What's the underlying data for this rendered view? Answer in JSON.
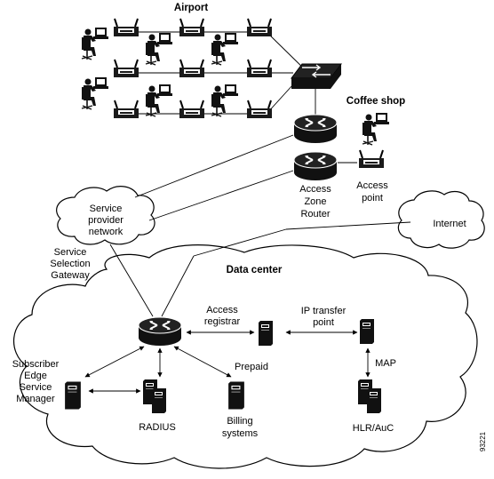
{
  "labels": {
    "airport": "Airport",
    "coffee_shop": "Coffee shop",
    "access_zone_router": [
      "Access",
      "Zone",
      "Router"
    ],
    "access_point": [
      "Access",
      "point"
    ],
    "service_provider_network": [
      "Service",
      "provider",
      "network"
    ],
    "internet": "Internet",
    "service_selection_gateway": [
      "Service",
      "Selection",
      "Gateway"
    ],
    "data_center": "Data center",
    "access_registrar": [
      "Access",
      "registrar"
    ],
    "ip_transfer_point": [
      "IP transfer",
      "point"
    ],
    "subscriber_edge_services_manager": [
      "Subscriber",
      "Edge",
      "Service",
      "Manager"
    ],
    "prepaid": "Prepaid",
    "map": "MAP",
    "radius": "RADIUS",
    "billing_systems": [
      "Billing",
      "systems"
    ],
    "hlr_auc": "HLR/AuC",
    "figure_id": "93221"
  },
  "icons": {
    "router": "router-icon",
    "switch": "switch-icon",
    "server": "server-icon",
    "access_point": "access-point-icon",
    "user_workstation": "user-workstation-icon",
    "cloud": "cloud-icon"
  }
}
